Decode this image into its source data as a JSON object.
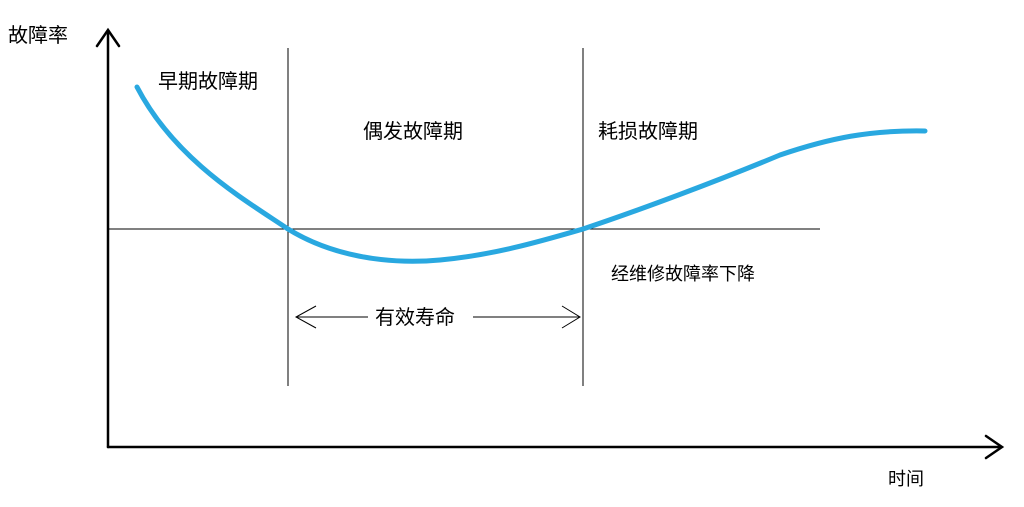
{
  "axes": {
    "y_label": "故障率",
    "x_label": "时间"
  },
  "phases": {
    "early": "早期故障期",
    "random": "偶发故障期",
    "wearout": "耗损故障期"
  },
  "annotations": {
    "useful_life": "有效寿命",
    "after_repair": "经维修故障率下降"
  },
  "colors": {
    "curve": "#29a8e0",
    "lines": "#000000"
  }
}
